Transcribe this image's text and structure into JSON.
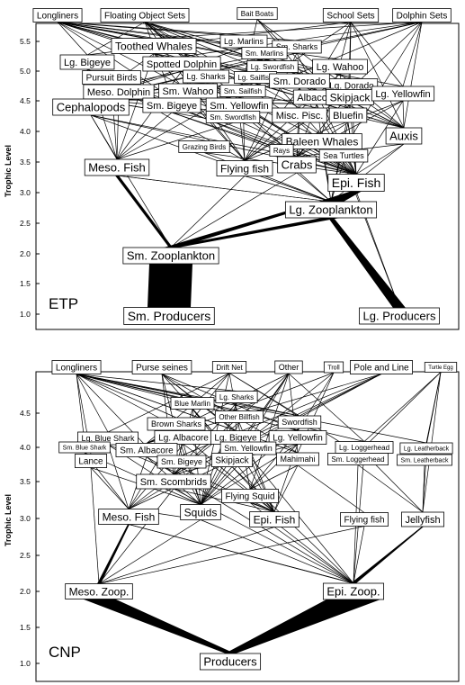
{
  "panels": [
    {
      "id": "etp",
      "label": "ETP",
      "yaxis_title": "Trophic Level",
      "ticks": [
        "5.5",
        "5.0",
        "4.5",
        "4.0",
        "3.5",
        "3.0",
        "2.5",
        "2.0",
        "1.5",
        "1.0"
      ],
      "nodes": [
        {
          "id": "longliners",
          "label": "Longliners"
        },
        {
          "id": "floating",
          "label": "Floating Object Sets"
        },
        {
          "id": "bait",
          "label": "Bait Boats"
        },
        {
          "id": "school",
          "label": "School Sets"
        },
        {
          "id": "dolphinsets",
          "label": "Dolphin Sets"
        },
        {
          "id": "toothed",
          "label": "Toothed Whales"
        },
        {
          "id": "lgmarlins",
          "label": "Lg. Marlins"
        },
        {
          "id": "smsharks",
          "label": "Sm. Sharks"
        },
        {
          "id": "smmarlins",
          "label": "Sm. Marlins"
        },
        {
          "id": "lgbigeye",
          "label": "Lg. Bigeye"
        },
        {
          "id": "spotted",
          "label": "Spotted Dolphin"
        },
        {
          "id": "lgswordfish",
          "label": "Lg. Swordfish"
        },
        {
          "id": "lgwahoo",
          "label": "Lg. Wahoo"
        },
        {
          "id": "pursuitbirds",
          "label": "Pursuit Birds"
        },
        {
          "id": "lgsharks",
          "label": "Lg. Sharks"
        },
        {
          "id": "lgsailfish",
          "label": "Lg. Sailfish"
        },
        {
          "id": "lgdorado",
          "label": "Lg. Dorado"
        },
        {
          "id": "smdorado",
          "label": "Sm. Dorado"
        },
        {
          "id": "mesodolphin",
          "label": "Meso. Dolphin"
        },
        {
          "id": "smwahoo",
          "label": "Sm. Wahoo"
        },
        {
          "id": "smsailfish",
          "label": "Sm. Sailfish"
        },
        {
          "id": "albacore",
          "label": "Albacore"
        },
        {
          "id": "skipjack",
          "label": "Skipjack"
        },
        {
          "id": "lgyellowfin",
          "label": "Lg. Yellowfin"
        },
        {
          "id": "cephalopods",
          "label": "Cephalopods"
        },
        {
          "id": "smbigeye",
          "label": "Sm. Bigeye"
        },
        {
          "id": "smyellowfin",
          "label": "Sm. Yellowfin"
        },
        {
          "id": "smswordfish",
          "label": "Sm. Swordfish"
        },
        {
          "id": "miscpisc",
          "label": "Misc. Pisc."
        },
        {
          "id": "bluefin",
          "label": "Bluefin"
        },
        {
          "id": "auxis",
          "label": "Auxis"
        },
        {
          "id": "grazingbirds",
          "label": "Grazing Birds"
        },
        {
          "id": "baleen",
          "label": "Baleen Whales"
        },
        {
          "id": "rays",
          "label": "Rays"
        },
        {
          "id": "seaturtles",
          "label": "Sea Turtles"
        },
        {
          "id": "mesofish",
          "label": "Meso. Fish"
        },
        {
          "id": "flyingfish",
          "label": "Flying fish"
        },
        {
          "id": "crabs",
          "label": "Crabs"
        },
        {
          "id": "epifish",
          "label": "Epi. Fish"
        },
        {
          "id": "lgzoo",
          "label": "Lg. Zooplankton"
        },
        {
          "id": "smzoo",
          "label": "Sm. Zooplankton"
        },
        {
          "id": "smprod",
          "label": "Sm. Producers"
        },
        {
          "id": "lgprod",
          "label": "Lg. Producers"
        }
      ]
    },
    {
      "id": "cnp",
      "label": "CNP",
      "yaxis_title": "Trophic Level",
      "ticks": [
        "4.5",
        "4.0",
        "3.5",
        "3.0",
        "2.5",
        "2.0",
        "1.5",
        "1.0"
      ],
      "nodes": [
        {
          "id": "longliners",
          "label": "Longliners"
        },
        {
          "id": "purse",
          "label": "Purse seines"
        },
        {
          "id": "driftnet",
          "label": "Drift Net"
        },
        {
          "id": "other",
          "label": "Other"
        },
        {
          "id": "troll",
          "label": "Troll"
        },
        {
          "id": "poleline",
          "label": "Pole and Line"
        },
        {
          "id": "turtleegg",
          "label": "Turtle Egg"
        },
        {
          "id": "lgsharks",
          "label": "Lg. Sharks"
        },
        {
          "id": "bluemarlin",
          "label": "Blue Marlin"
        },
        {
          "id": "brownsharks",
          "label": "Brown Sharks"
        },
        {
          "id": "otherbillfish",
          "label": "Other Billfish"
        },
        {
          "id": "swordfish",
          "label": "Swordfish"
        },
        {
          "id": "lgblueshark",
          "label": "Lg. Blue Shark"
        },
        {
          "id": "lgalbacore",
          "label": "Lg. Albacore"
        },
        {
          "id": "lgbigeye",
          "label": "Lg. Bigeye"
        },
        {
          "id": "lgyellowfin",
          "label": "Lg. Yellowfin"
        },
        {
          "id": "smblueshark",
          "label": "Sm. Blue Shark"
        },
        {
          "id": "smalbacore",
          "label": "Sm. Albacore"
        },
        {
          "id": "smyellowfin",
          "label": "Sm. Yellowfin"
        },
        {
          "id": "lgloggerhead",
          "label": "Lg. Loggerhead"
        },
        {
          "id": "lgleatherback",
          "label": "Lg. Leatherback"
        },
        {
          "id": "lance",
          "label": "Lance"
        },
        {
          "id": "smbigeye",
          "label": "Sm. Bigeye"
        },
        {
          "id": "skipjack",
          "label": "Skipjack"
        },
        {
          "id": "mahimahi",
          "label": "Mahimahi"
        },
        {
          "id": "smloggerhead",
          "label": "Sm. Loggerhead"
        },
        {
          "id": "smleatherback",
          "label": "Sm. Leatherback"
        },
        {
          "id": "smscombrids",
          "label": "Sm. Scombrids"
        },
        {
          "id": "flyingsquid",
          "label": "Flying Squid"
        },
        {
          "id": "mesofish",
          "label": "Meso. Fish"
        },
        {
          "id": "squids",
          "label": "Squids"
        },
        {
          "id": "epifish",
          "label": "Epi. Fish"
        },
        {
          "id": "flyingfish",
          "label": "Flying fish"
        },
        {
          "id": "jellyfish",
          "label": "Jellyfish"
        },
        {
          "id": "mesozoop",
          "label": "Meso. Zoop."
        },
        {
          "id": "epizoop",
          "label": "Epi. Zoop."
        },
        {
          "id": "producers",
          "label": "Producers"
        }
      ]
    }
  ]
}
